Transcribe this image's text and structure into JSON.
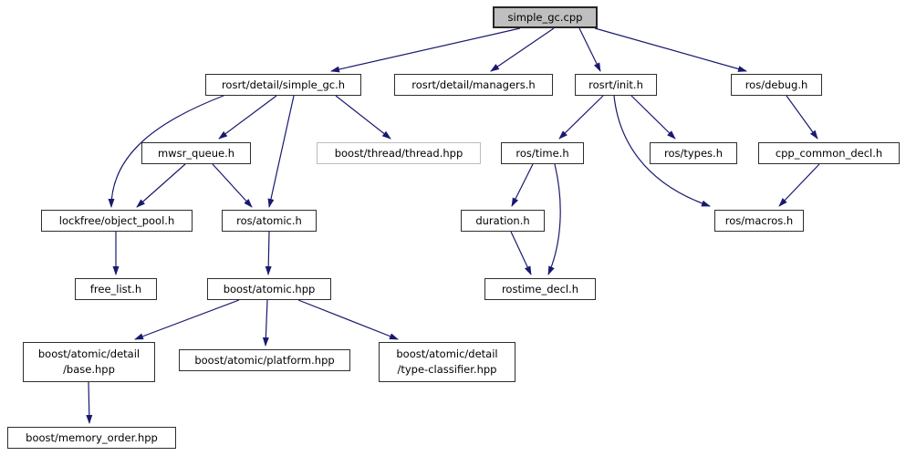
{
  "diagram": {
    "title": "simple_gc.cpp include dependency graph",
    "type": "include-dependency-graph",
    "colors": {
      "edge": "#191970",
      "node_border": "#2e2e2e",
      "node_fill": "#ffffff",
      "main_node_fill": "#bfbfbf",
      "external_node_border": "#bcbcbc"
    },
    "nodes": [
      {
        "id": "simple_gc.cpp",
        "label": "simple_gc.cpp",
        "style": "main"
      },
      {
        "id": "rosrt/detail/simple_gc.h",
        "label": "rosrt/detail/simple_gc.h",
        "style": "normal"
      },
      {
        "id": "rosrt/detail/managers.h",
        "label": "rosrt/detail/managers.h",
        "style": "normal"
      },
      {
        "id": "rosrt/init.h",
        "label": "rosrt/init.h",
        "style": "normal"
      },
      {
        "id": "ros/debug.h",
        "label": "ros/debug.h",
        "style": "normal"
      },
      {
        "id": "mwsr_queue.h",
        "label": "mwsr_queue.h",
        "style": "normal"
      },
      {
        "id": "boost/thread/thread.hpp",
        "label": "boost/thread/thread.hpp",
        "style": "external"
      },
      {
        "id": "ros/time.h",
        "label": "ros/time.h",
        "style": "normal"
      },
      {
        "id": "ros/types.h",
        "label": "ros/types.h",
        "style": "normal"
      },
      {
        "id": "cpp_common_decl.h",
        "label": "cpp_common_decl.h",
        "style": "normal"
      },
      {
        "id": "lockfree/object_pool.h",
        "label": "lockfree/object_pool.h",
        "style": "normal"
      },
      {
        "id": "ros/atomic.h",
        "label": "ros/atomic.h",
        "style": "normal"
      },
      {
        "id": "duration.h",
        "label": "duration.h",
        "style": "normal"
      },
      {
        "id": "ros/macros.h",
        "label": "ros/macros.h",
        "style": "normal"
      },
      {
        "id": "free_list.h",
        "label": "free_list.h",
        "style": "normal"
      },
      {
        "id": "boost/atomic.hpp",
        "label": "boost/atomic.hpp",
        "style": "normal"
      },
      {
        "id": "rostime_decl.h",
        "label": "rostime_decl.h",
        "style": "normal"
      },
      {
        "id": "boost/atomic/detail/base.hpp",
        "label": "boost/atomic/detail\n/base.hpp",
        "style": "normal"
      },
      {
        "id": "boost/atomic/platform.hpp",
        "label": "boost/atomic/platform.hpp",
        "style": "normal"
      },
      {
        "id": "boost/atomic/detail/type-classifier.hpp",
        "label": "boost/atomic/detail\n/type-classifier.hpp",
        "style": "normal"
      },
      {
        "id": "boost/memory_order.hpp",
        "label": "boost/memory_order.hpp",
        "style": "normal"
      }
    ],
    "edges": [
      {
        "from": "simple_gc.cpp",
        "to": "rosrt/detail/simple_gc.h"
      },
      {
        "from": "simple_gc.cpp",
        "to": "rosrt/detail/managers.h"
      },
      {
        "from": "simple_gc.cpp",
        "to": "rosrt/init.h"
      },
      {
        "from": "simple_gc.cpp",
        "to": "ros/debug.h"
      },
      {
        "from": "rosrt/detail/simple_gc.h",
        "to": "lockfree/object_pool.h"
      },
      {
        "from": "rosrt/detail/simple_gc.h",
        "to": "mwsr_queue.h"
      },
      {
        "from": "rosrt/detail/simple_gc.h",
        "to": "ros/atomic.h"
      },
      {
        "from": "rosrt/detail/simple_gc.h",
        "to": "boost/thread/thread.hpp"
      },
      {
        "from": "mwsr_queue.h",
        "to": "lockfree/object_pool.h"
      },
      {
        "from": "mwsr_queue.h",
        "to": "ros/atomic.h"
      },
      {
        "from": "lockfree/object_pool.h",
        "to": "free_list.h"
      },
      {
        "from": "ros/atomic.h",
        "to": "boost/atomic.hpp"
      },
      {
        "from": "boost/atomic.hpp",
        "to": "boost/atomic/detail/base.hpp"
      },
      {
        "from": "boost/atomic.hpp",
        "to": "boost/atomic/platform.hpp"
      },
      {
        "from": "boost/atomic.hpp",
        "to": "boost/atomic/detail/type-classifier.hpp"
      },
      {
        "from": "boost/atomic/detail/base.hpp",
        "to": "boost/memory_order.hpp"
      },
      {
        "from": "rosrt/init.h",
        "to": "ros/time.h"
      },
      {
        "from": "rosrt/init.h",
        "to": "ros/types.h"
      },
      {
        "from": "rosrt/init.h",
        "to": "ros/macros.h"
      },
      {
        "from": "ros/time.h",
        "to": "duration.h"
      },
      {
        "from": "ros/time.h",
        "to": "rostime_decl.h"
      },
      {
        "from": "duration.h",
        "to": "rostime_decl.h"
      },
      {
        "from": "ros/debug.h",
        "to": "cpp_common_decl.h"
      },
      {
        "from": "cpp_common_decl.h",
        "to": "ros/macros.h"
      }
    ]
  }
}
